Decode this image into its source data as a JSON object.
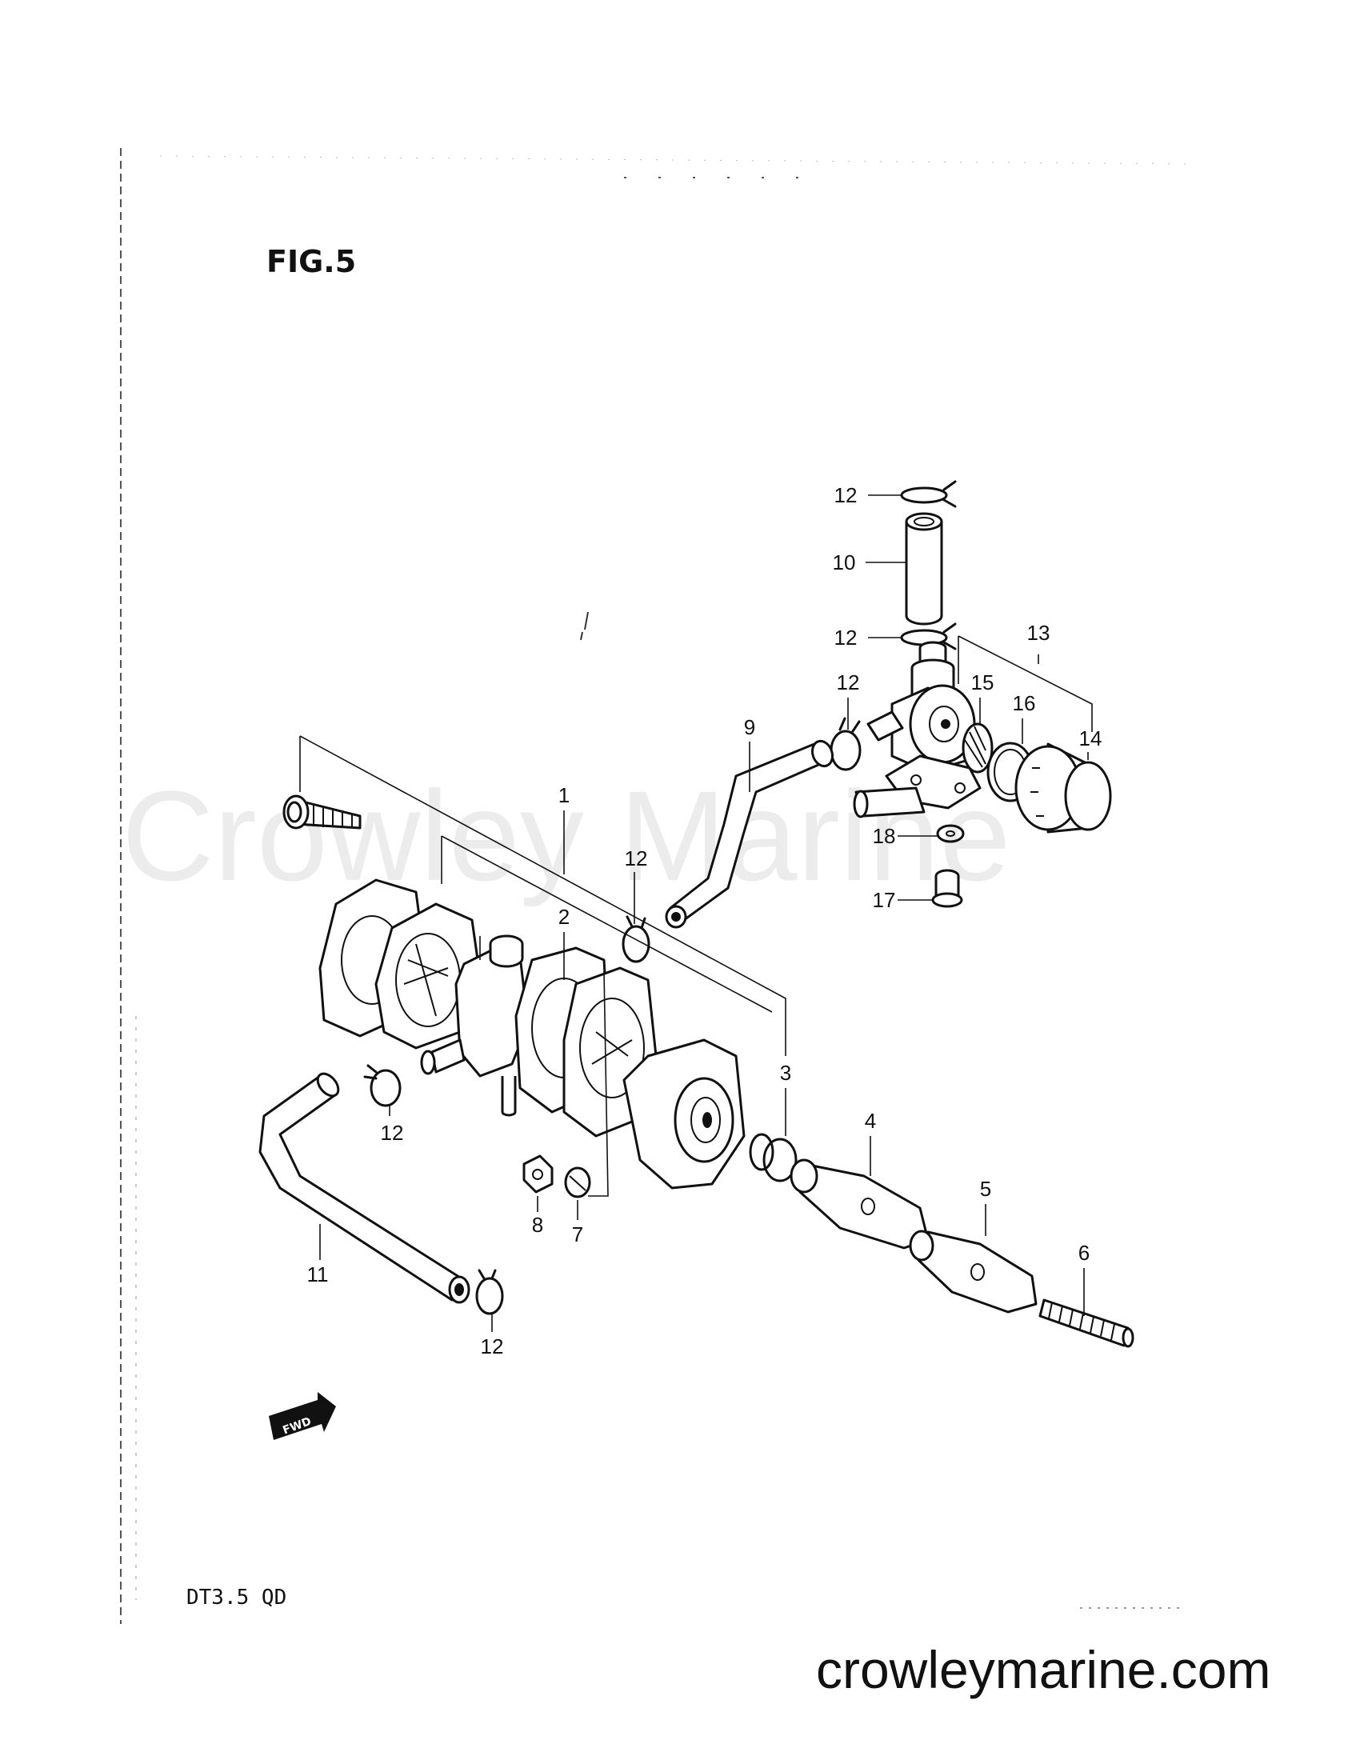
{
  "figure": {
    "title": "FIG.5",
    "model": "DT3.5 QD",
    "watermark": "Crowley Marine",
    "site": "crowleymarine.com",
    "fwd_label": "FWD"
  },
  "callouts": [
    {
      "id": "c12a",
      "label": "12"
    },
    {
      "id": "c10",
      "label": "10"
    },
    {
      "id": "c12b",
      "label": "12"
    },
    {
      "id": "c13",
      "label": "13"
    },
    {
      "id": "c12c",
      "label": "12"
    },
    {
      "id": "c15",
      "label": "15"
    },
    {
      "id": "c16",
      "label": "16"
    },
    {
      "id": "c14",
      "label": "14"
    },
    {
      "id": "c9",
      "label": "9"
    },
    {
      "id": "c18",
      "label": "18"
    },
    {
      "id": "c17",
      "label": "17"
    },
    {
      "id": "c1",
      "label": "1"
    },
    {
      "id": "c12d",
      "label": "12"
    },
    {
      "id": "c2",
      "label": "2"
    },
    {
      "id": "c3",
      "label": "3"
    },
    {
      "id": "c4",
      "label": "4"
    },
    {
      "id": "c12e",
      "label": "12"
    },
    {
      "id": "c5",
      "label": "5"
    },
    {
      "id": "c8",
      "label": "8"
    },
    {
      "id": "c7",
      "label": "7"
    },
    {
      "id": "c11",
      "label": "11"
    },
    {
      "id": "c6",
      "label": "6"
    },
    {
      "id": "c12f",
      "label": "12"
    }
  ]
}
